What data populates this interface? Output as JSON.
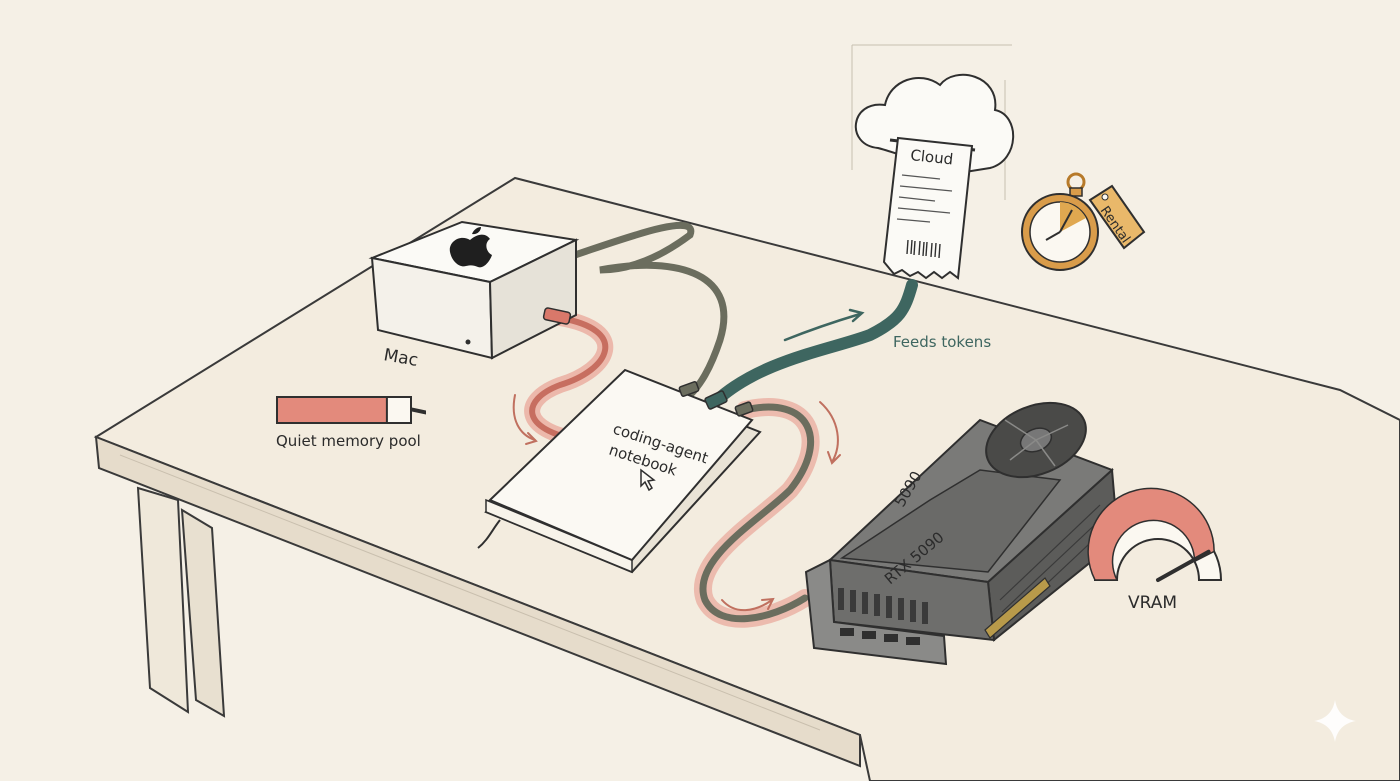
{
  "labels": {
    "mac": "Mac",
    "memory_pool": "Quiet memory pool",
    "notebook_line1": "coding-agent",
    "notebook_line2": "notebook",
    "cloud": "Cloud",
    "rental": "Rental",
    "feeds_tokens": "Feeds tokens",
    "gpu_model_top": "5090",
    "gpu_model_card": "RTX 5090",
    "vram": "VRAM"
  },
  "indicators": {
    "memory_pool_fill": 0.82,
    "vram_gauge_level": 0.85
  },
  "colors": {
    "background": "#f5f0e6",
    "ink": "#2b2b2b",
    "accent_salmon": "#e38a7c",
    "cable_gray": "#6b6d5e",
    "cable_teal": "#3e6660",
    "gpu_gray": "#6e6e6c",
    "clock_gold": "#d99c4a"
  }
}
